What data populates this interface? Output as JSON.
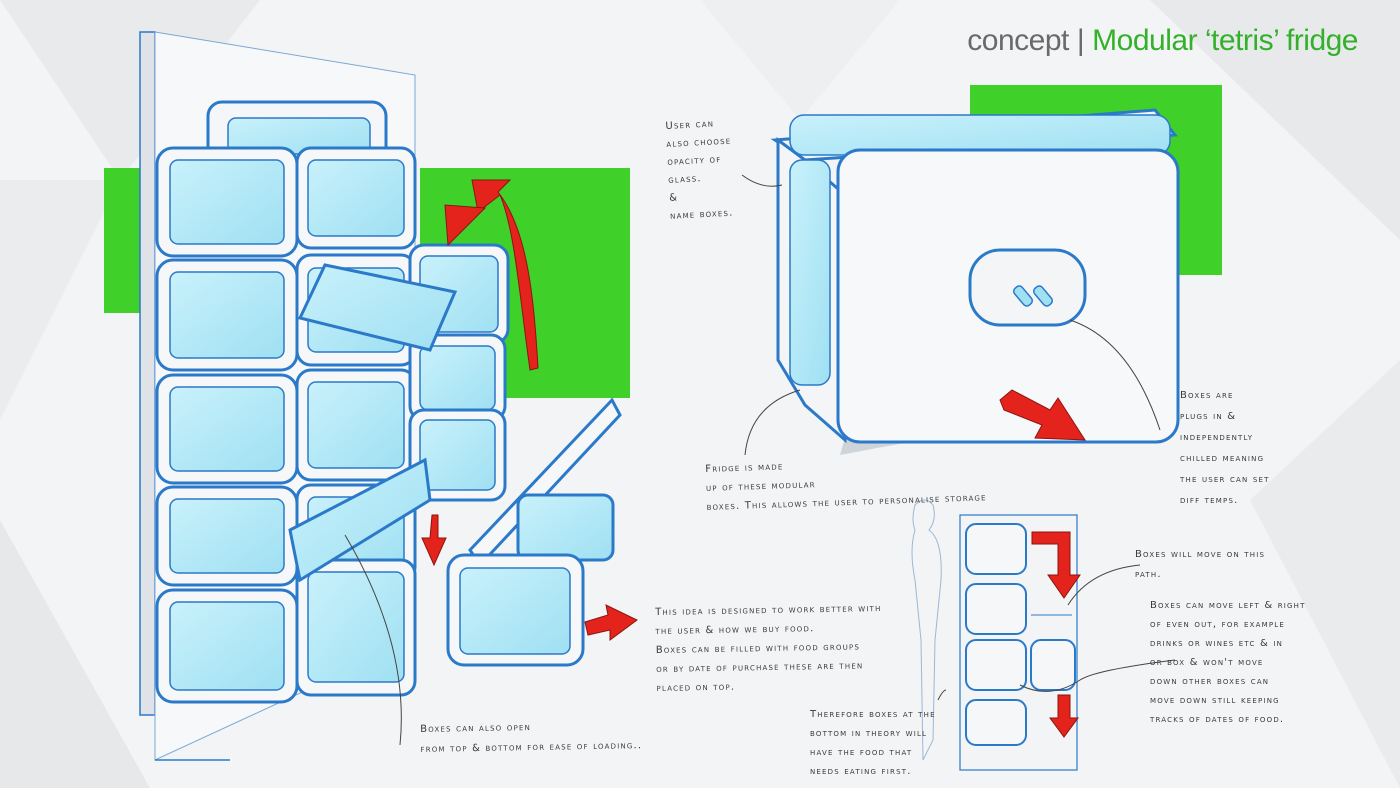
{
  "title": {
    "prefix": "concept",
    "separator": "|",
    "name": "Modular ‘tetris’ fridge"
  },
  "colors": {
    "accent_green": "#3fd12a",
    "arrow_red": "#e4241c",
    "sketch_blue": "#2b79c9",
    "glass_cyan": "#9fe3f3"
  },
  "notes": {
    "opacity": "User can\nalso choose\nopacity of\nglass.\n&\nname boxes.",
    "plugs": "Boxes are\nplugs in &\nindependently\nchilled meaning\nthe user can set\ndiff temps.",
    "fridge_made": "Fridge is made\nup of these modular\nboxes. This allows the user to personalise storage",
    "path": "Boxes will move on this\npath.",
    "move": "Boxes can move left & right\nof even out, for example\ndrinks or wines etc & in\nor box & won't move\ndown other boxes can\nmove down still keeping\ntracks of dates of food.",
    "idea": "This idea is designed to work better with\nthe user & how we buy food.\nBoxes can be filled with food groups\nor by date of purchase these are then\nplaced on top.",
    "therefore": "Therefore boxes at the\nbottom in theory will\nhave the food that\nneeds eating first.",
    "open": "Boxes can also open\nfrom top & bottom for ease of loading.."
  }
}
